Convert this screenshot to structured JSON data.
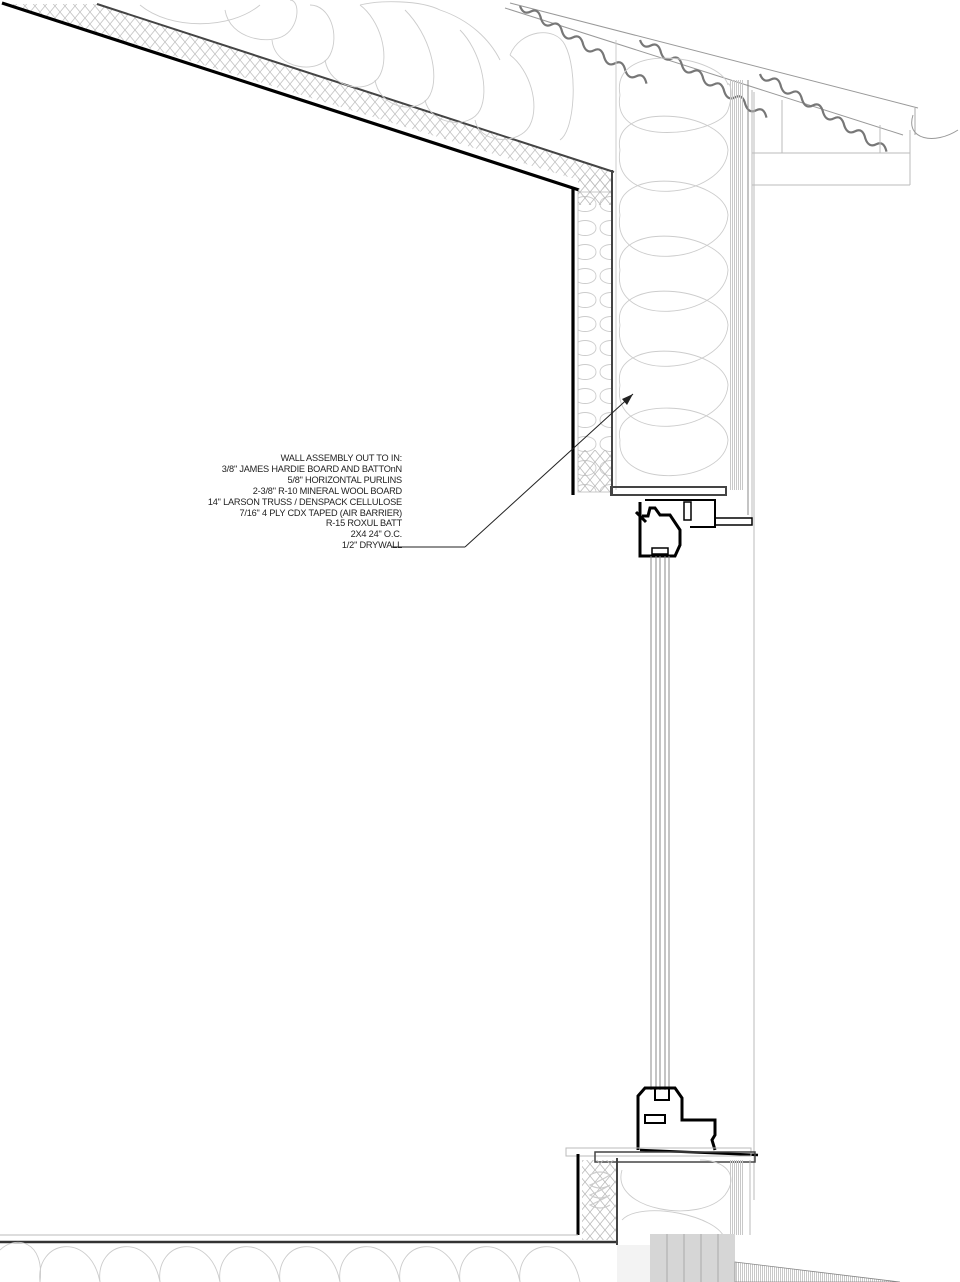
{
  "drawing": {
    "type": "architectural wall section detail",
    "line_colors": {
      "primary": "#000000",
      "secondary": "#555555",
      "light": "#bbbbbb",
      "fill_gray": "#d6d6d6"
    }
  },
  "annotation": {
    "title": "WALL ASSEMBLY OUT TO IN:",
    "layers": [
      "3/8\" JAMES HARDIE BOARD AND BATTOnN",
      "5/8\" HORIZONTAL PURLINS",
      "2-3/8\" R-10 MINERAL WOOL BOARD",
      "14\" LARSON TRUSS / DENSPACK CELLULOSE",
      "7/16\" 4 PLY CDX TAPED (AIR BARRIER)",
      "R-15 ROXUL BATT",
      "2X4 24\" O.C.",
      "1/2\" DRYWALL"
    ]
  }
}
